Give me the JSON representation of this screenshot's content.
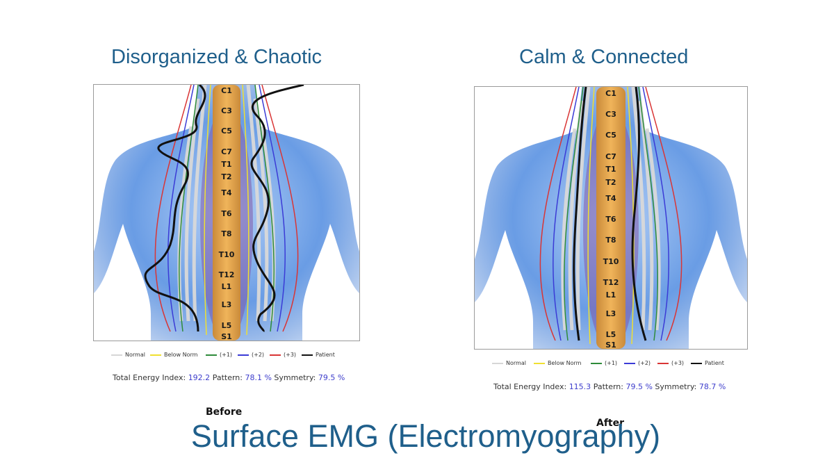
{
  "heading_before": "Disorganized & Chaotic",
  "heading_after": "Calm & Connected",
  "vertebrae": [
    "C1",
    "C3",
    "C5",
    "C7",
    "T1",
    "T2",
    "T4",
    "T6",
    "T8",
    "T10",
    "T12",
    "L1",
    "L3",
    "L5",
    "S1"
  ],
  "legend": [
    {
      "label": "Normal",
      "color": "#d6d6d6"
    },
    {
      "label": "Below Norm",
      "color": "#f0e030"
    },
    {
      "label": "(+1)",
      "color": "#2e8b3a"
    },
    {
      "label": "(+2)",
      "color": "#3b3bd6"
    },
    {
      "label": "(+3)",
      "color": "#d93535"
    },
    {
      "label": "Patient",
      "color": "#111111"
    }
  ],
  "before": {
    "caption": "Before",
    "stats": {
      "energy_label": "Total Energy Index:",
      "energy_value": "192.2",
      "pattern_label": "Pattern:",
      "pattern_value": "78.1 %",
      "symmetry_label": "Symmetry:",
      "symmetry_value": "79.5 %"
    }
  },
  "after": {
    "caption": "After",
    "stats": {
      "energy_label": "Total Energy Index:",
      "energy_value": "115.3",
      "pattern_label": "Pattern:",
      "pattern_value": "79.5 %",
      "symmetry_label": "Symmetry:",
      "symmetry_value": "78.7 %"
    }
  },
  "main_title": "Surface EMG (Electromyography)",
  "colors": {
    "title": "#1f5f8b",
    "stat_value": "#3e3ecc",
    "body_glow": "#2f6fd0",
    "spine": "#e7a64c"
  }
}
